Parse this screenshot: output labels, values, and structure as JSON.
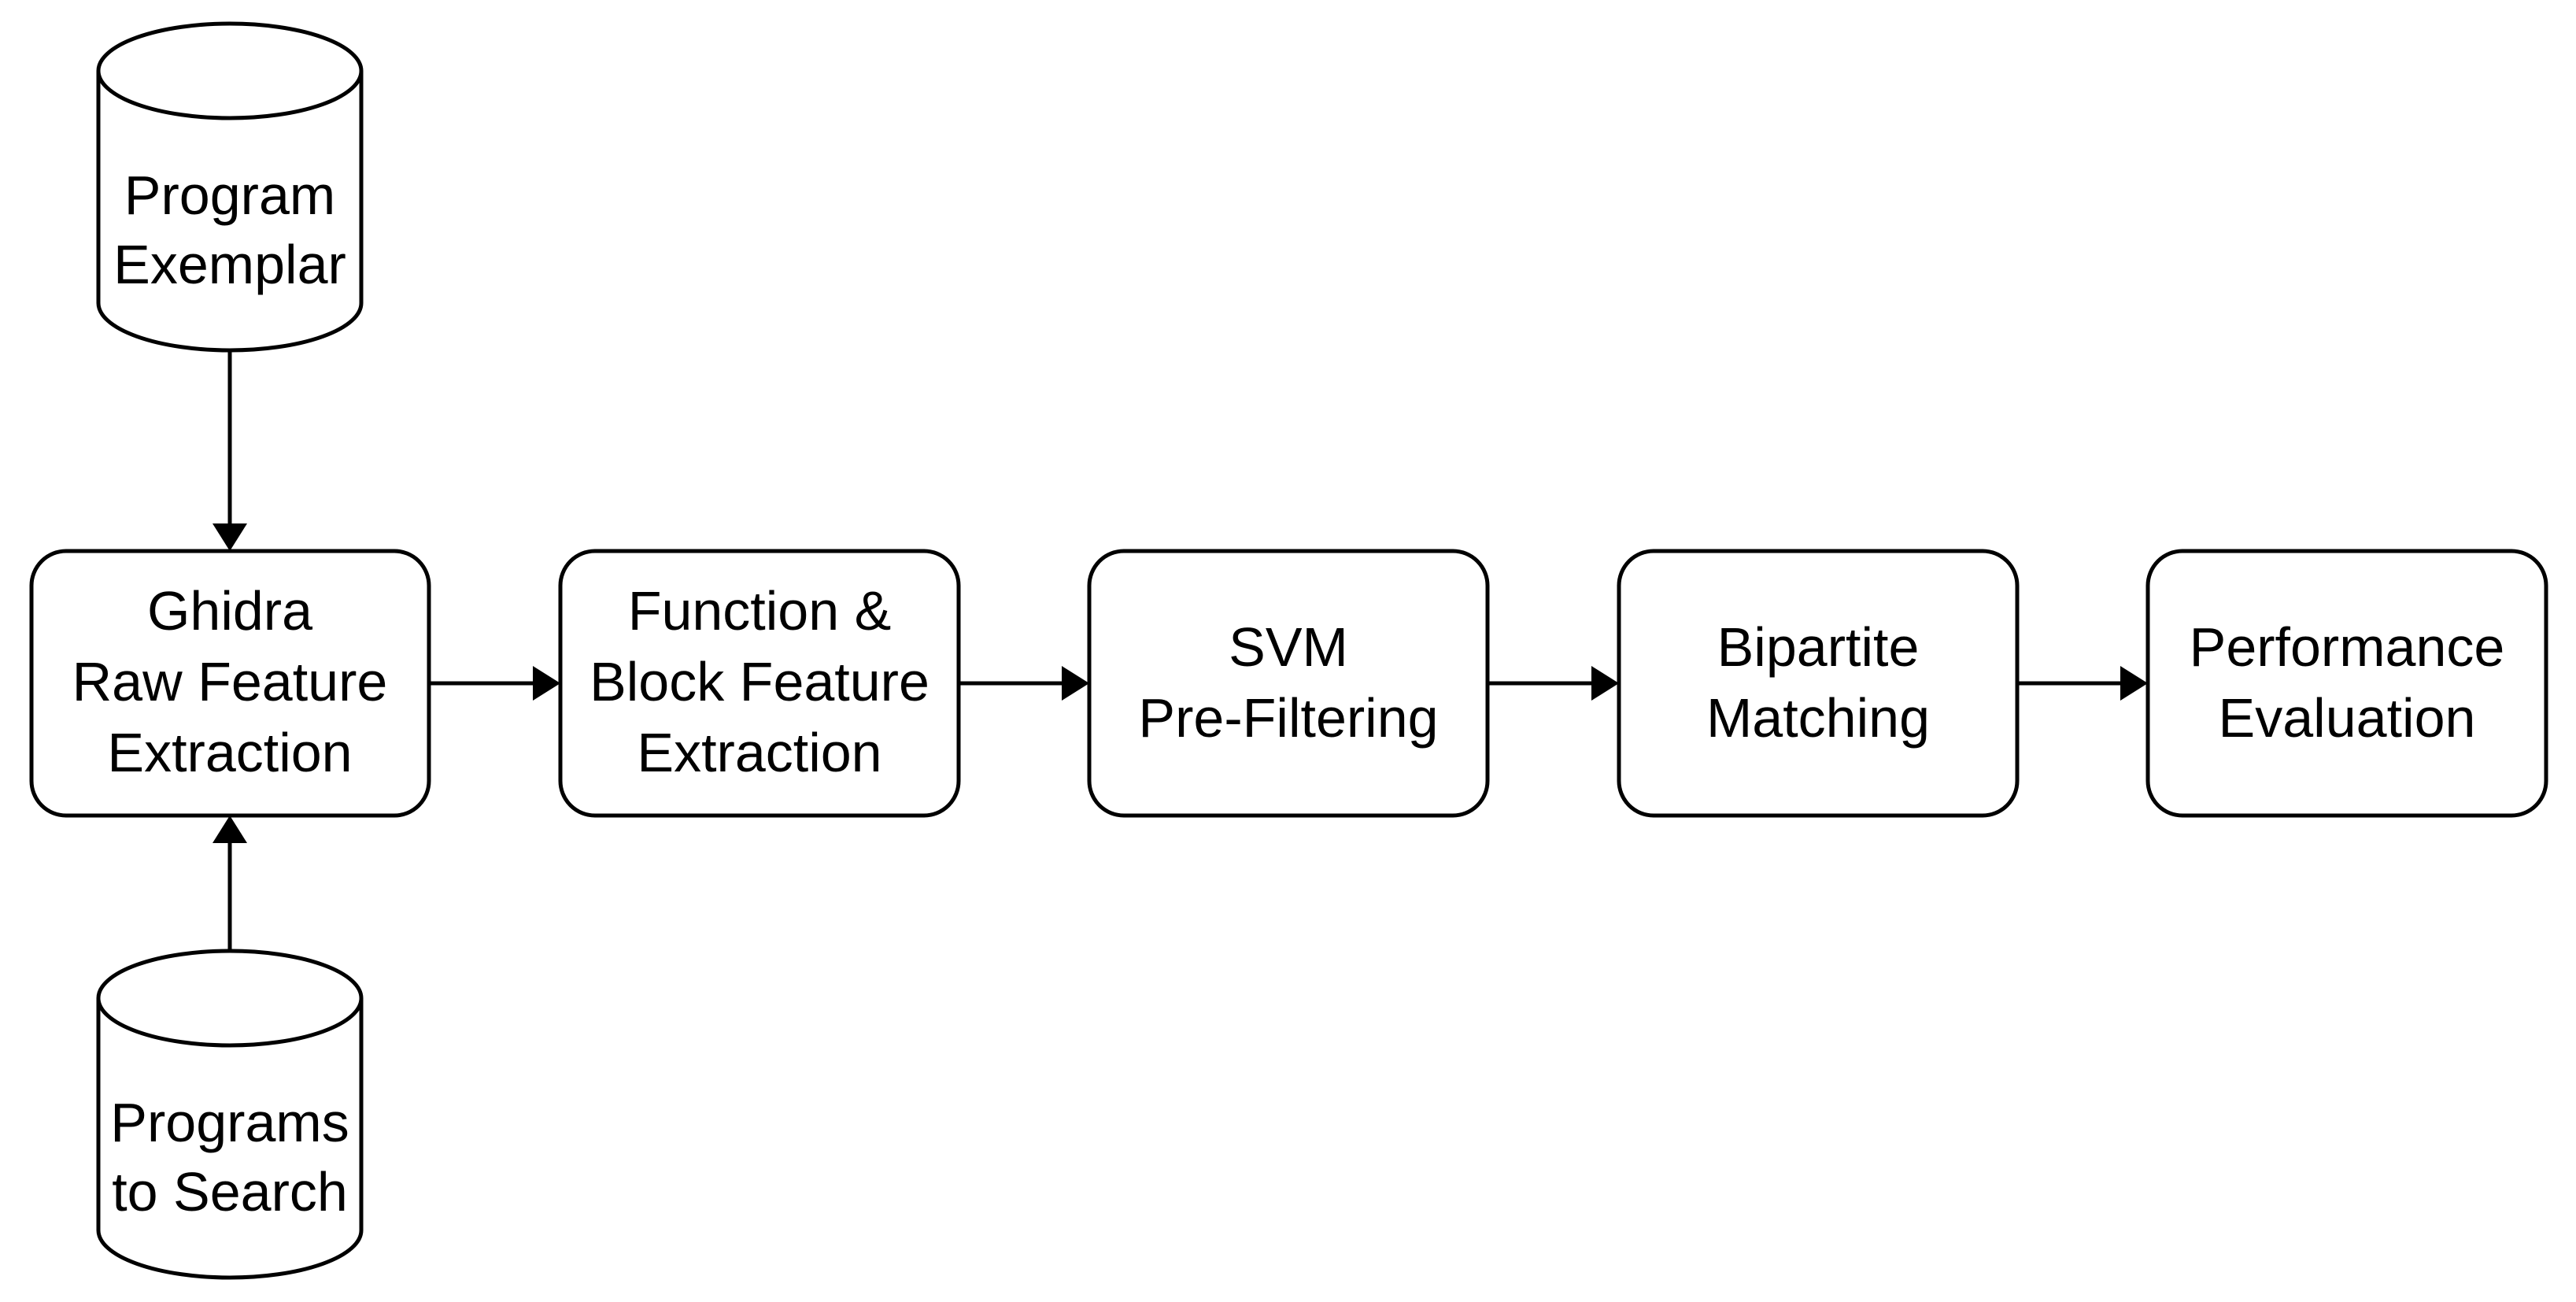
{
  "diagram": {
    "nodes": {
      "program_exemplar": {
        "shape": "cylinder",
        "lines": [
          "Program",
          "Exemplar"
        ]
      },
      "programs_to_search": {
        "shape": "cylinder",
        "lines": [
          "Programs",
          "to Search"
        ]
      },
      "ghidra": {
        "shape": "rounded-rect",
        "lines": [
          "Ghidra",
          "Raw Feature",
          "Extraction"
        ]
      },
      "function_block": {
        "shape": "rounded-rect",
        "lines": [
          "Function &",
          "Block Feature",
          "Extraction"
        ]
      },
      "svm": {
        "shape": "rounded-rect",
        "lines": [
          "SVM",
          "Pre-Filtering"
        ]
      },
      "bipartite": {
        "shape": "rounded-rect",
        "lines": [
          "Bipartite",
          "Matching"
        ]
      },
      "performance": {
        "shape": "rounded-rect",
        "lines": [
          "Performance",
          "Evaluation"
        ]
      }
    },
    "edges": [
      {
        "from": "program_exemplar",
        "to": "ghidra"
      },
      {
        "from": "programs_to_search",
        "to": "ghidra"
      },
      {
        "from": "ghidra",
        "to": "function_block"
      },
      {
        "from": "function_block",
        "to": "svm"
      },
      {
        "from": "svm",
        "to": "bipartite"
      },
      {
        "from": "bipartite",
        "to": "performance"
      }
    ]
  }
}
